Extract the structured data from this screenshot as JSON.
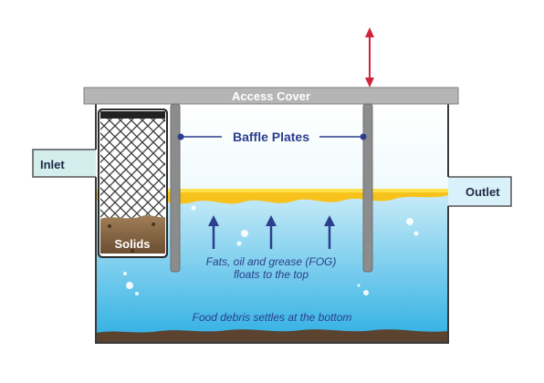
{
  "diagram": {
    "access_cover": "Access Cover",
    "baffle_plates": "Baffle Plates",
    "inlet": "Inlet",
    "outlet": "Outlet",
    "solids": "Solids",
    "fog_line1": "Fats, oil and grease (FOG)",
    "fog_line2": "floats to the top",
    "debris": "Food debris settles at the bottom"
  },
  "colors": {
    "cover": "#b5b5b5",
    "water_top": "#d9f1fa",
    "water_bottom": "#36b4e5",
    "grease": "#f7c21c",
    "baffle": "#8c8c8c",
    "label_blue": "#2c3e8c",
    "arrow_red": "#d0243b",
    "debris": "#5b4330",
    "pipe": "#d4eeee"
  }
}
